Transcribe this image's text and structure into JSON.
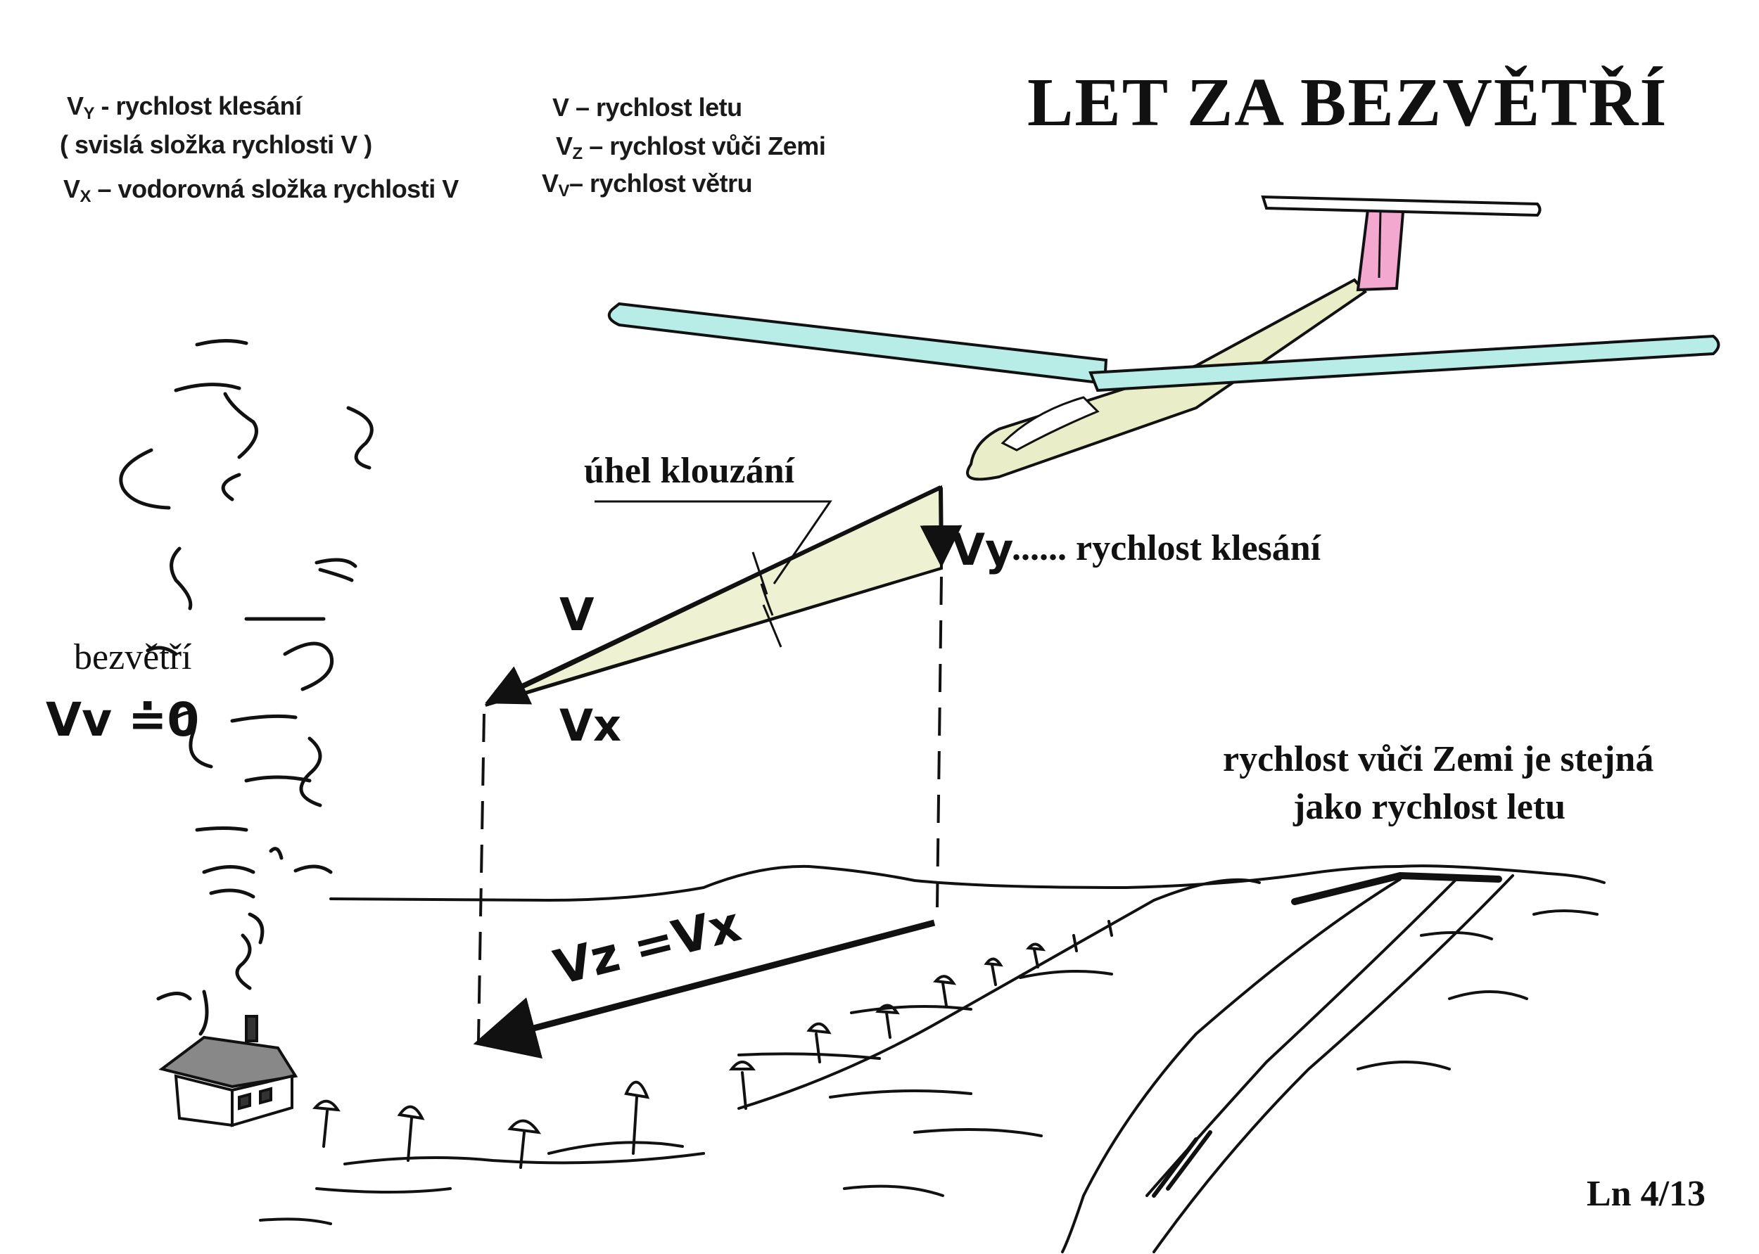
{
  "title": "LET ZA BEZVĚTŘÍ",
  "legend": [
    {
      "sym": "V",
      "sub": "Y",
      "text": " - rychlost klesání"
    },
    {
      "sym": "",
      "sub": "",
      "text": "( svislá složka rychlosti V )"
    },
    {
      "sym": "V",
      "sub": "X",
      "text": " – vodorovná složka rychlosti  V"
    },
    {
      "sym": "V",
      "sub": "",
      "text": " – rychlost letu"
    },
    {
      "sym": "V",
      "sub": "Z",
      "text": " – rychlost vůči Zemi"
    },
    {
      "sym": "V",
      "sub": "V",
      "text": "– rychlost větru"
    }
  ],
  "labels": {
    "glide_angle": "úhel klouzání",
    "vy_label": "Vy",
    "vy_desc": "...... rychlost klesání",
    "v_label": "V",
    "vx_label": "Vx",
    "calm": "bezvětří",
    "vv_zero": "Vv ≐0",
    "vz_eq": "Vz =Vx",
    "ground_note_1": "rychlost vůči Zemi je stejná",
    "ground_note_2": "jako rychlost letu",
    "page_ref": "Ln 4/13"
  },
  "colors": {
    "wing": "#b8ece6",
    "fuselage": "#e9edc8",
    "rudder": "#f2a8cf",
    "triangle": "#eef2d2",
    "ink": "#111111"
  }
}
